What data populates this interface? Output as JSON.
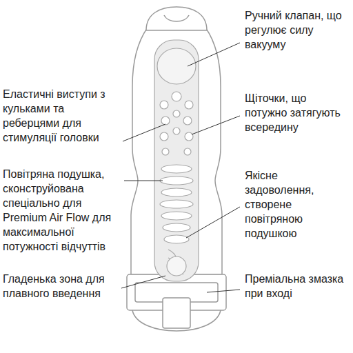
{
  "diagram": {
    "labels": [
      "Ручний клапан, що регулює силу вакууму",
      "Еластичні виступи з кульками та реберцями для стимуляції головки",
      "Щіточки, що потужно затягують всередину",
      "Повітряна подушка, сконструйована спеціально для Premium Air Flow для максимальної потужності відчуттів",
      "Якісне задоволення, створене повітряною подушкою",
      "Гладенька зона для плавного введення",
      "Преміальна змазка при вході"
    ]
  }
}
